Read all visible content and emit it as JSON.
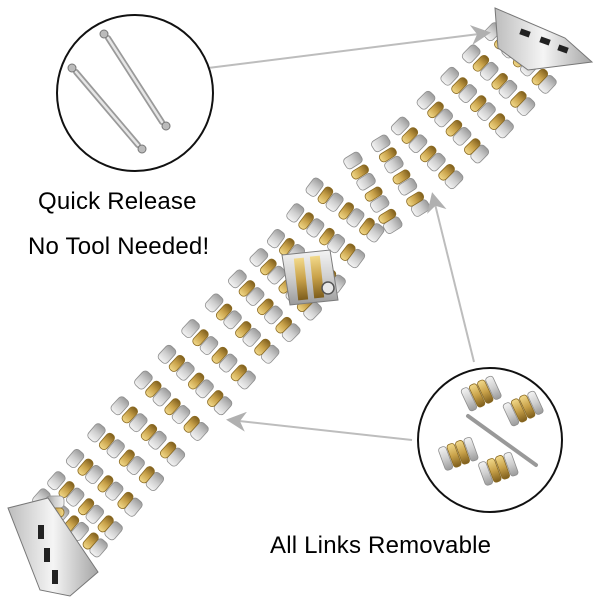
{
  "captions": {
    "quick_release": "Quick Release",
    "no_tool": "No Tool Needed!",
    "all_links": "All Links Removable"
  },
  "colors": {
    "silver": "#d9d9d9",
    "silver_shadow": "#8e8e8e",
    "gold": "#c9a24a",
    "gold_dark": "#8a6a22",
    "arrow": "#b8b8b8",
    "outline": "#1a1a1a"
  },
  "icons": {
    "pins": "spring-bar-pins",
    "links": "removable-links",
    "clasp": "butterfly-clasp"
  }
}
